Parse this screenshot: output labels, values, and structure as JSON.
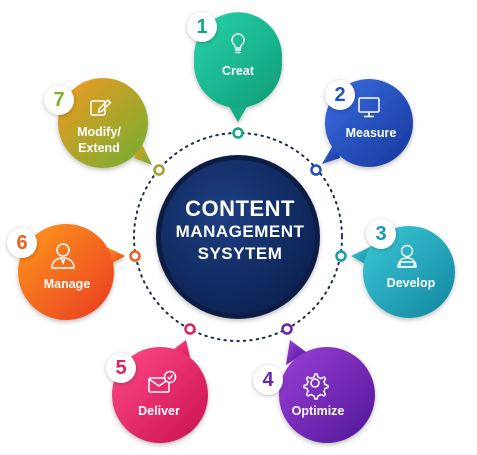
{
  "center": {
    "line1": "CONTENT",
    "line2": "MANAGEMENT",
    "line3": "SYSYTEM"
  },
  "stages": [
    {
      "number": "1",
      "label": "Creat",
      "icon": "lightbulb-icon",
      "color_from": "#1fc3a4",
      "color_to": "#0ea47f"
    },
    {
      "number": "2",
      "label": "Measure",
      "icon": "monitor-icon",
      "color_from": "#2f5fd0",
      "color_to": "#1c3fa8"
    },
    {
      "number": "3",
      "label": "Develop",
      "icon": "developer-icon",
      "color_from": "#2fb4c8",
      "color_to": "#158fa6"
    },
    {
      "number": "4",
      "label": "Optimize",
      "icon": "gear-icon",
      "color_from": "#8a33c8",
      "color_to": "#5f1ea3"
    },
    {
      "number": "5",
      "label": "Deliver",
      "icon": "envelope-check-icon",
      "color_from": "#f23b7a",
      "color_to": "#d4165a"
    },
    {
      "number": "6",
      "label": "Manage",
      "icon": "manager-icon",
      "color_from": "#f77a1e",
      "color_to": "#e0461e"
    },
    {
      "number": "7",
      "label": "Modify/\nExtend",
      "icon": "edit-icon",
      "color_from": "#f0a126",
      "color_to": "#7fae2c"
    }
  ],
  "colors": {
    "center_fill": "#102a5c",
    "center_ring": "#0b1e44",
    "dotted_ring": "#1b2a4a"
  }
}
